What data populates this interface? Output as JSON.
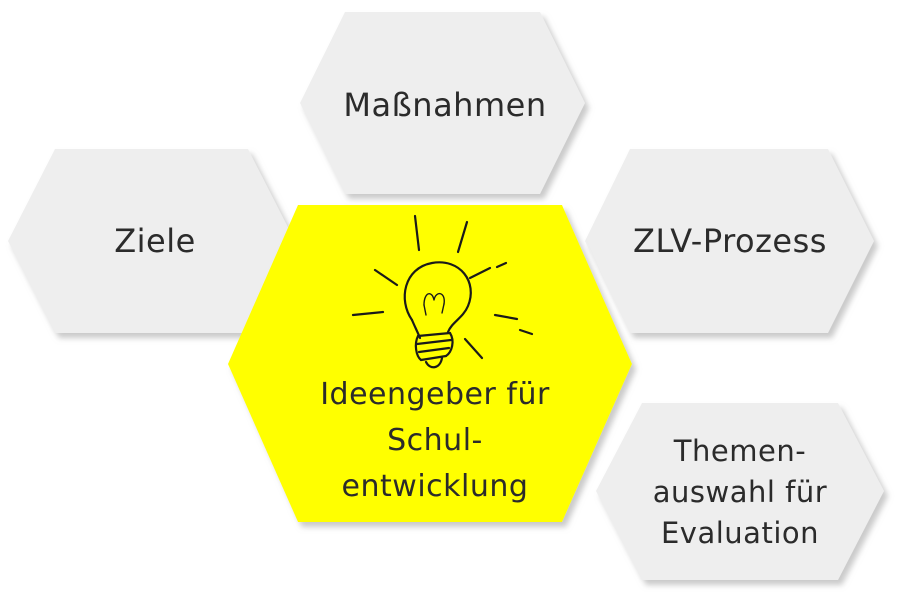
{
  "colors": {
    "hex_fill": "#eeeeee",
    "hex_shadow": "#bdbdbd",
    "center_fill": "#ffff00",
    "text": "#2b2b2b",
    "bulb_ink": "#1a1a1a"
  },
  "hexagons": {
    "massnahmen": {
      "label": "Maßnahmen"
    },
    "ziele": {
      "label": "Ziele"
    },
    "zlv": {
      "label": "ZLV-Prozess"
    },
    "themen": {
      "label": "Themen-\nauswahl für\nEvaluation"
    },
    "center": {
      "label": "Ideengeber für\nSchul-\nentwicklung",
      "icon": "light-bulb-icon"
    }
  }
}
